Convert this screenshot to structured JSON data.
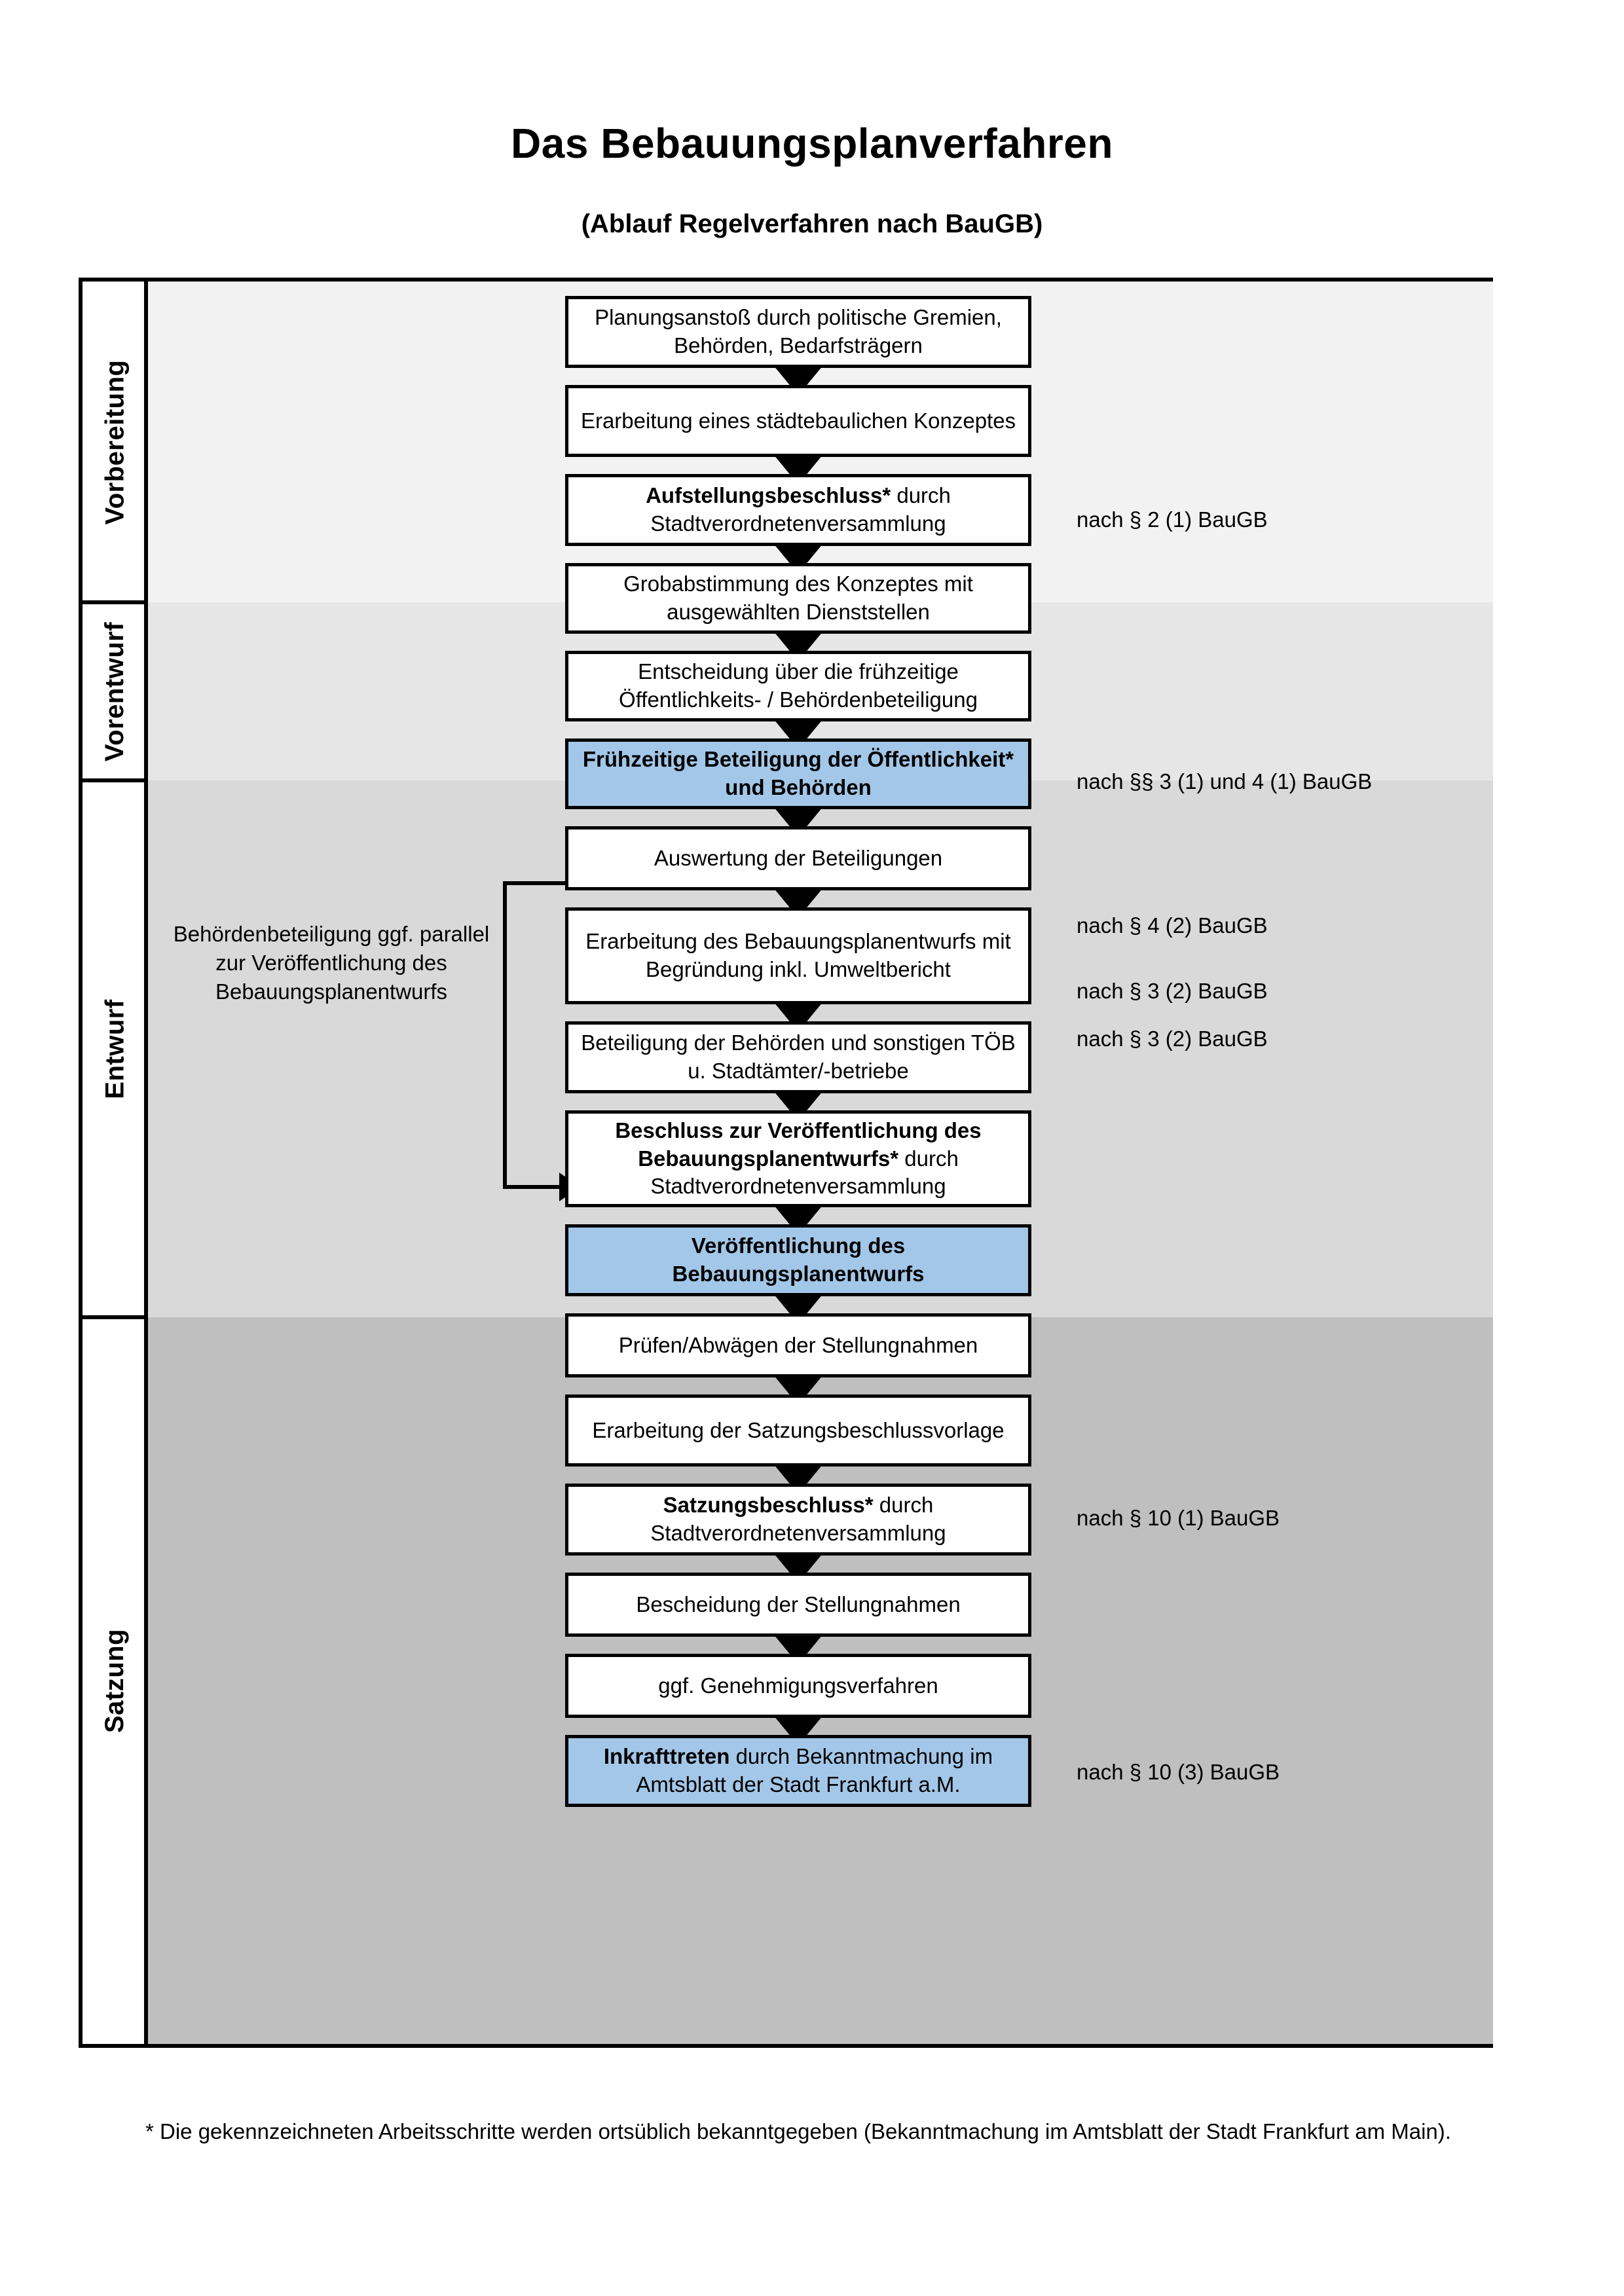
{
  "document": {
    "title": "Das Bebauungsplanverfahren",
    "subtitle": "(Ablauf Regelverfahren nach BauGB)",
    "footnote": "* Die gekennzeichneten Arbeitsschritte werden ortsüblich bekanntgegeben (Bekanntmachung im Amtsblatt  der Stadt Frankfurt am Main)."
  },
  "colors": {
    "highlight_blue": "#A3C7E8",
    "band_vorbereitung": "#F2F2F2",
    "band_vorentwurf": "#E6E6E6",
    "band_entwurf": "#D9D9D9",
    "band_satzung": "#BFBFBF",
    "border": "#000000"
  },
  "phases": [
    {
      "label": "Vorbereitung"
    },
    {
      "label": "Vorentwurf"
    },
    {
      "label": "Entwurf"
    },
    {
      "label": "Satzung"
    }
  ],
  "steps": [
    {
      "id": "s1",
      "text": "Planungsanstoß durch politische Gremien, Behörden, Bedarfsträgern",
      "bold": "",
      "highlight": false
    },
    {
      "id": "s2",
      "text": "Erarbeitung eines städtebaulichen Konzeptes",
      "bold": "",
      "highlight": false
    },
    {
      "id": "s3",
      "bold": "Aufstellungsbeschluss*",
      "text": " durch Stadtverordnetenversammlung",
      "highlight": false
    },
    {
      "id": "s4",
      "text": "Grobabstimmung des Konzeptes mit ausgewählten Dienststellen",
      "bold": "",
      "highlight": false
    },
    {
      "id": "s5",
      "text": "Entscheidung über die frühzeitige Öffentlichkeits- / Behördenbeteiligung",
      "bold": "",
      "highlight": false
    },
    {
      "id": "s6",
      "bold": "Frühzeitige Beteiligung der Öffentlichkeit* und Behörden",
      "text": "",
      "highlight": true
    },
    {
      "id": "s7",
      "text": "Auswertung der Beteiligungen",
      "bold": "",
      "highlight": false
    },
    {
      "id": "s8",
      "text": "Erarbeitung des Bebauungsplanentwurfs mit Begründung inkl. Umweltbericht",
      "bold": "",
      "highlight": false
    },
    {
      "id": "s9",
      "text": "Beteiligung der Behörden und sonstigen TÖB u. Stadtämter/-betriebe",
      "bold": "",
      "highlight": false
    },
    {
      "id": "s10",
      "bold": "Beschluss zur Veröffentlichung des Bebauungsplanentwurfs*",
      "text": " durch Stadtverordnetenversammlung",
      "highlight": false
    },
    {
      "id": "s11",
      "bold": "Veröffentlichung des Bebauungsplanentwurfs",
      "text": "",
      "highlight": true
    },
    {
      "id": "s12",
      "text": "Prüfen/Abwägen der Stellungnahmen",
      "bold": "",
      "highlight": false
    },
    {
      "id": "s13",
      "text": "Erarbeitung der Satzungsbeschlussvorlage",
      "bold": "",
      "highlight": false
    },
    {
      "id": "s14",
      "bold": "Satzungsbeschluss*",
      "text": " durch Stadtverordnetenversammlung",
      "highlight": false
    },
    {
      "id": "s15",
      "text": "Bescheidung der Stellungnahmen",
      "bold": "",
      "highlight": false
    },
    {
      "id": "s16",
      "text": "ggf. Genehmigungsverfahren",
      "bold": "",
      "highlight": false
    },
    {
      "id": "s17",
      "bold": "Inkrafttreten",
      "text": " durch Bekanntmachung im Amtsblatt der Stadt Frankfurt a.M.",
      "highlight": true
    }
  ],
  "annotations": [
    {
      "id": "a1",
      "text": "nach § 2 (1) BauGB"
    },
    {
      "id": "a2",
      "text": "nach §§ 3 (1) und 4 (1) BauGB"
    },
    {
      "id": "a3",
      "text": "nach § 4 (2) BauGB"
    },
    {
      "id": "a4",
      "text": "nach § 3 (2) BauGB"
    },
    {
      "id": "a5",
      "text": "nach § 3 (2) BauGB"
    },
    {
      "id": "a6",
      "text": "nach § 10 (1) BauGB"
    },
    {
      "id": "a7",
      "text": "nach § 10 (3) BauGB"
    }
  ],
  "side_note": {
    "text": "Behördenbeteiligung ggf. parallel zur Veröffentlichung des Bebauungsplanentwurfs"
  }
}
